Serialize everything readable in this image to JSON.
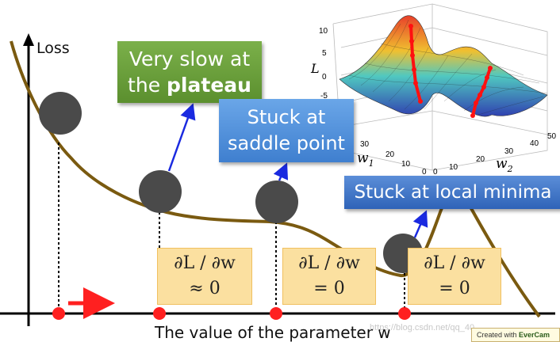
{
  "axes": {
    "y_title": "Loss",
    "x_title": "The value of the parameter w"
  },
  "callouts": {
    "plateau_line1": "Very slow at",
    "plateau_line2_pre": "the ",
    "plateau_line2_bold": "plateau",
    "saddle_line1": "Stuck at",
    "saddle_line2": "saddle point",
    "local_min": "Stuck at local minima"
  },
  "gradients": [
    {
      "line1": "∂L / ∂w",
      "line2": "≈ 0"
    },
    {
      "line1": "∂L / ∂w",
      "line2": "= 0"
    },
    {
      "line1": "∂L / ∂w",
      "line2": "= 0"
    }
  ],
  "inset": {
    "z_label": "L",
    "w1_label": "w",
    "w1_sub": "1",
    "w2_label": "w",
    "w2_sub": "2",
    "z_ticks": [
      "10",
      "5",
      "0",
      "-5"
    ],
    "w1_ticks": [
      "30",
      "20",
      "10",
      "0"
    ],
    "w2_ticks": [
      "0",
      "10",
      "20",
      "30",
      "40",
      "50"
    ]
  },
  "watermark": "https://blog.csdn.net/qq_40",
  "credit": {
    "prefix": "Created with ",
    "brand": "EverCam"
  },
  "colors": {
    "curve": "#7a5a10",
    "ball": "#4a4a4a",
    "marker": "#ff2020",
    "arrow_blue": "#1a2ae0",
    "arrow_red": "#ff2020"
  }
}
